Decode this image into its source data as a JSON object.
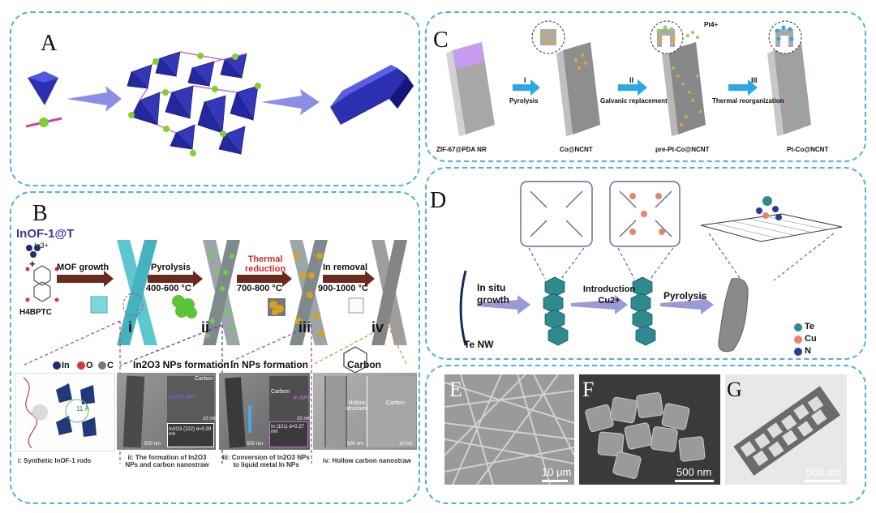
{
  "panels": {
    "A": {
      "letter": "A"
    },
    "B": {
      "letter": "B",
      "title": "InOF-1@T",
      "ion": "In3+",
      "plus": "+",
      "ligand": "H4BPTC",
      "steps": [
        {
          "arrow": "MOF growth",
          "temp": ""
        },
        {
          "arrow": "Pyrolysis",
          "temp": "400-600 °C"
        },
        {
          "arrow": "Thermal reduction",
          "temp": "700-800 °C"
        },
        {
          "arrow": "In removal",
          "temp": "900-1000 °C"
        }
      ],
      "roman": [
        "i",
        "ii",
        "iii",
        "iv"
      ],
      "legend": [
        "In",
        "O",
        "C"
      ],
      "mid_titles": [
        "In2O3 NPs formation",
        "In NPs formation",
        "Carbon"
      ],
      "captions": [
        "i: Synthetic InOF-1 rods",
        "ii: The formation of In2O3 NPs and carbon nanostraw",
        "iii: Conversion of In2O3 NPs to liquid metal In NPs",
        "iv: Hollow carbon nanostraw"
      ],
      "tem_labels": [
        "Carbon",
        "In2O3 NPs",
        "In2O3 (222) d=0.29 nm",
        "Carbon",
        "In NPs",
        "In (101) d=0.27 nm",
        "Hollow structure",
        "Carbon"
      ],
      "tem_scales": [
        "500 nm",
        "10 nm",
        "500 nm",
        "10 nm",
        "500 nm",
        "10 nm"
      ],
      "pore": "11 Å"
    },
    "C": {
      "letter": "C",
      "steps": [
        "I",
        "II",
        "III"
      ],
      "step_labels": [
        "Pyrolysis",
        "Galvanic replacement",
        "Thermal reorganization"
      ],
      "ion": "Pt4+",
      "products": [
        "ZIF-67@PDA NR",
        "Co@NCNT",
        "pre-Pt-Co@NCNT",
        "Pt-Co@NCNT"
      ]
    },
    "D": {
      "letter": "D",
      "wire": "Te NW",
      "steps": [
        "In situ growth",
        "Introduction Cu2+",
        "Pyrolysis"
      ],
      "legend": [
        {
          "label": "Te",
          "color": "#2e8a8e"
        },
        {
          "label": "Cu",
          "color": "#e8836f"
        },
        {
          "label": "N",
          "color": "#2a3a9a"
        }
      ]
    },
    "EFG": {
      "images": [
        {
          "letter": "E",
          "scale": "10 μm"
        },
        {
          "letter": "F",
          "scale": "500 nm"
        },
        {
          "letter": "G",
          "scale": "500 nm"
        }
      ]
    }
  }
}
